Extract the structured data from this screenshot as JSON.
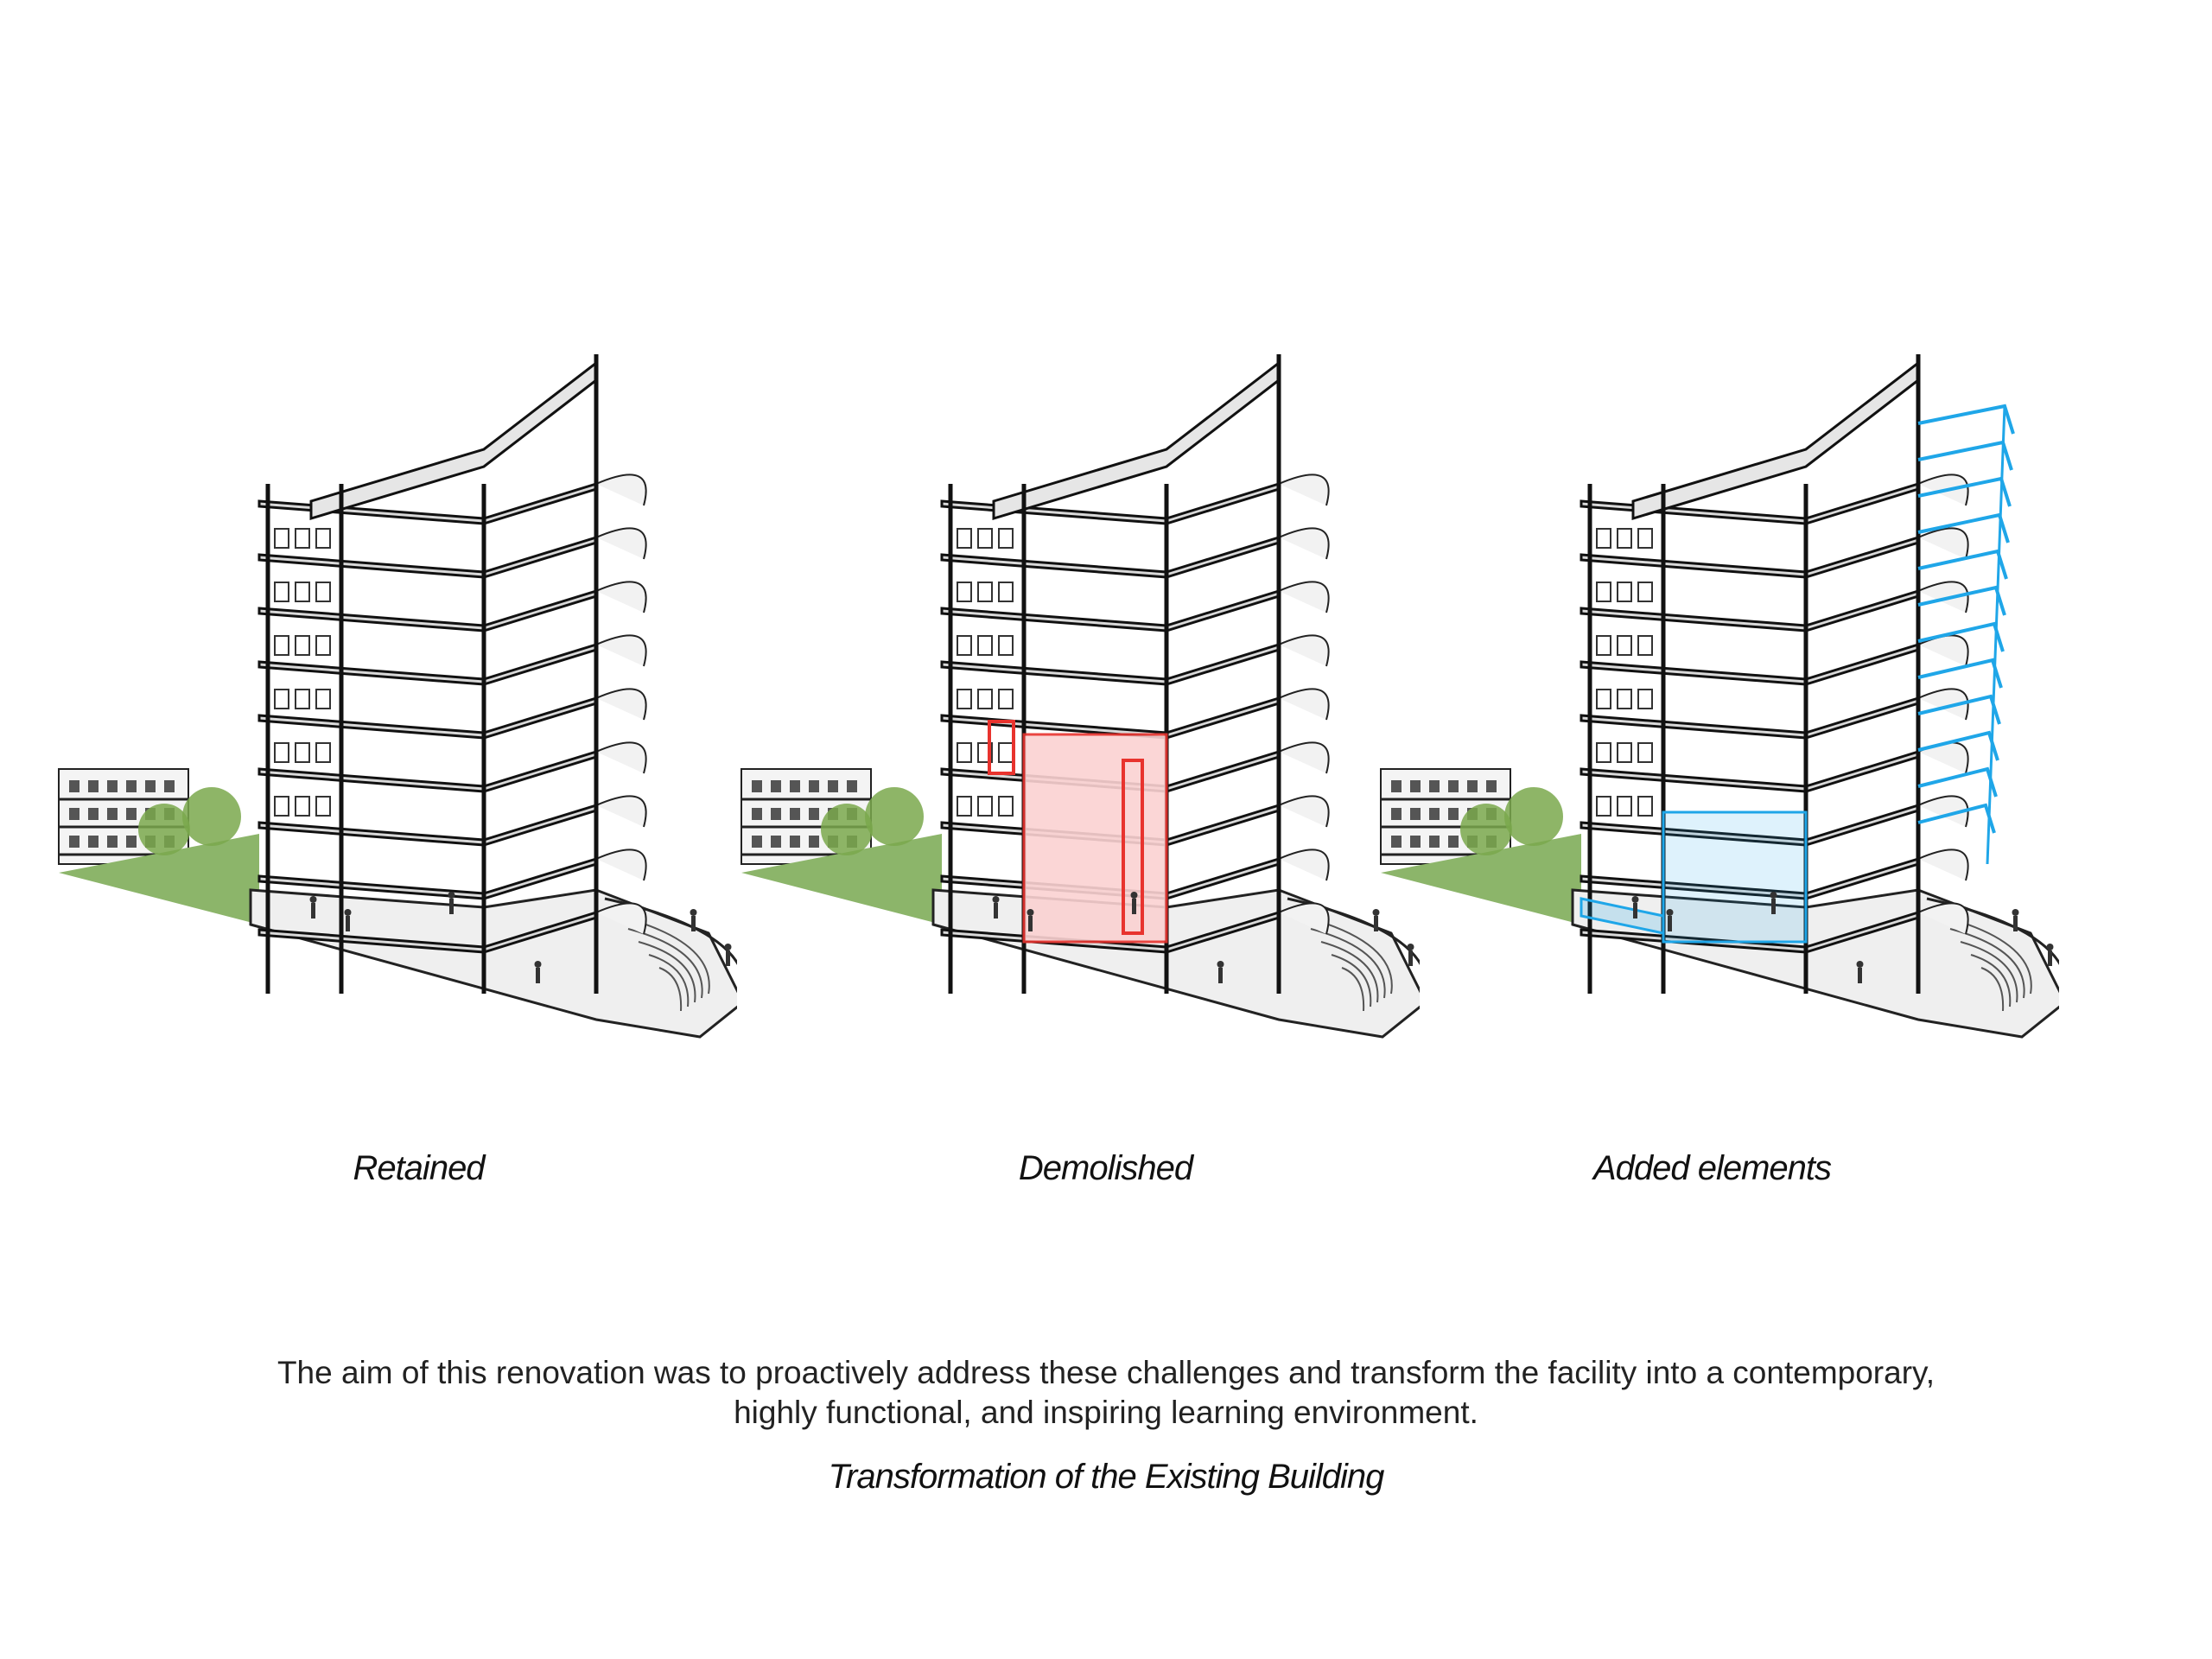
{
  "panels": [
    {
      "label": "Retained",
      "accent": "#1a1a1a",
      "variant": "retained"
    },
    {
      "label": "Demolished",
      "accent": "#e8332e",
      "variant": "demolished"
    },
    {
      "label": "Added elements",
      "accent": "#1fa6e8",
      "variant": "added"
    }
  ],
  "description": {
    "line1": "The aim of this renovation was to proactively address these challenges and transform the facility into a contemporary,",
    "line2": "highly functional, and inspiring learning environment."
  },
  "subtitle": "Transformation of the Existing Building",
  "colors": {
    "lawn": "#8cb56a",
    "tree": "#7aa84c",
    "floor": "#d9d9d9",
    "demolished_fill": "#fbd2d2",
    "added_stroke": "#1fa6e8"
  }
}
